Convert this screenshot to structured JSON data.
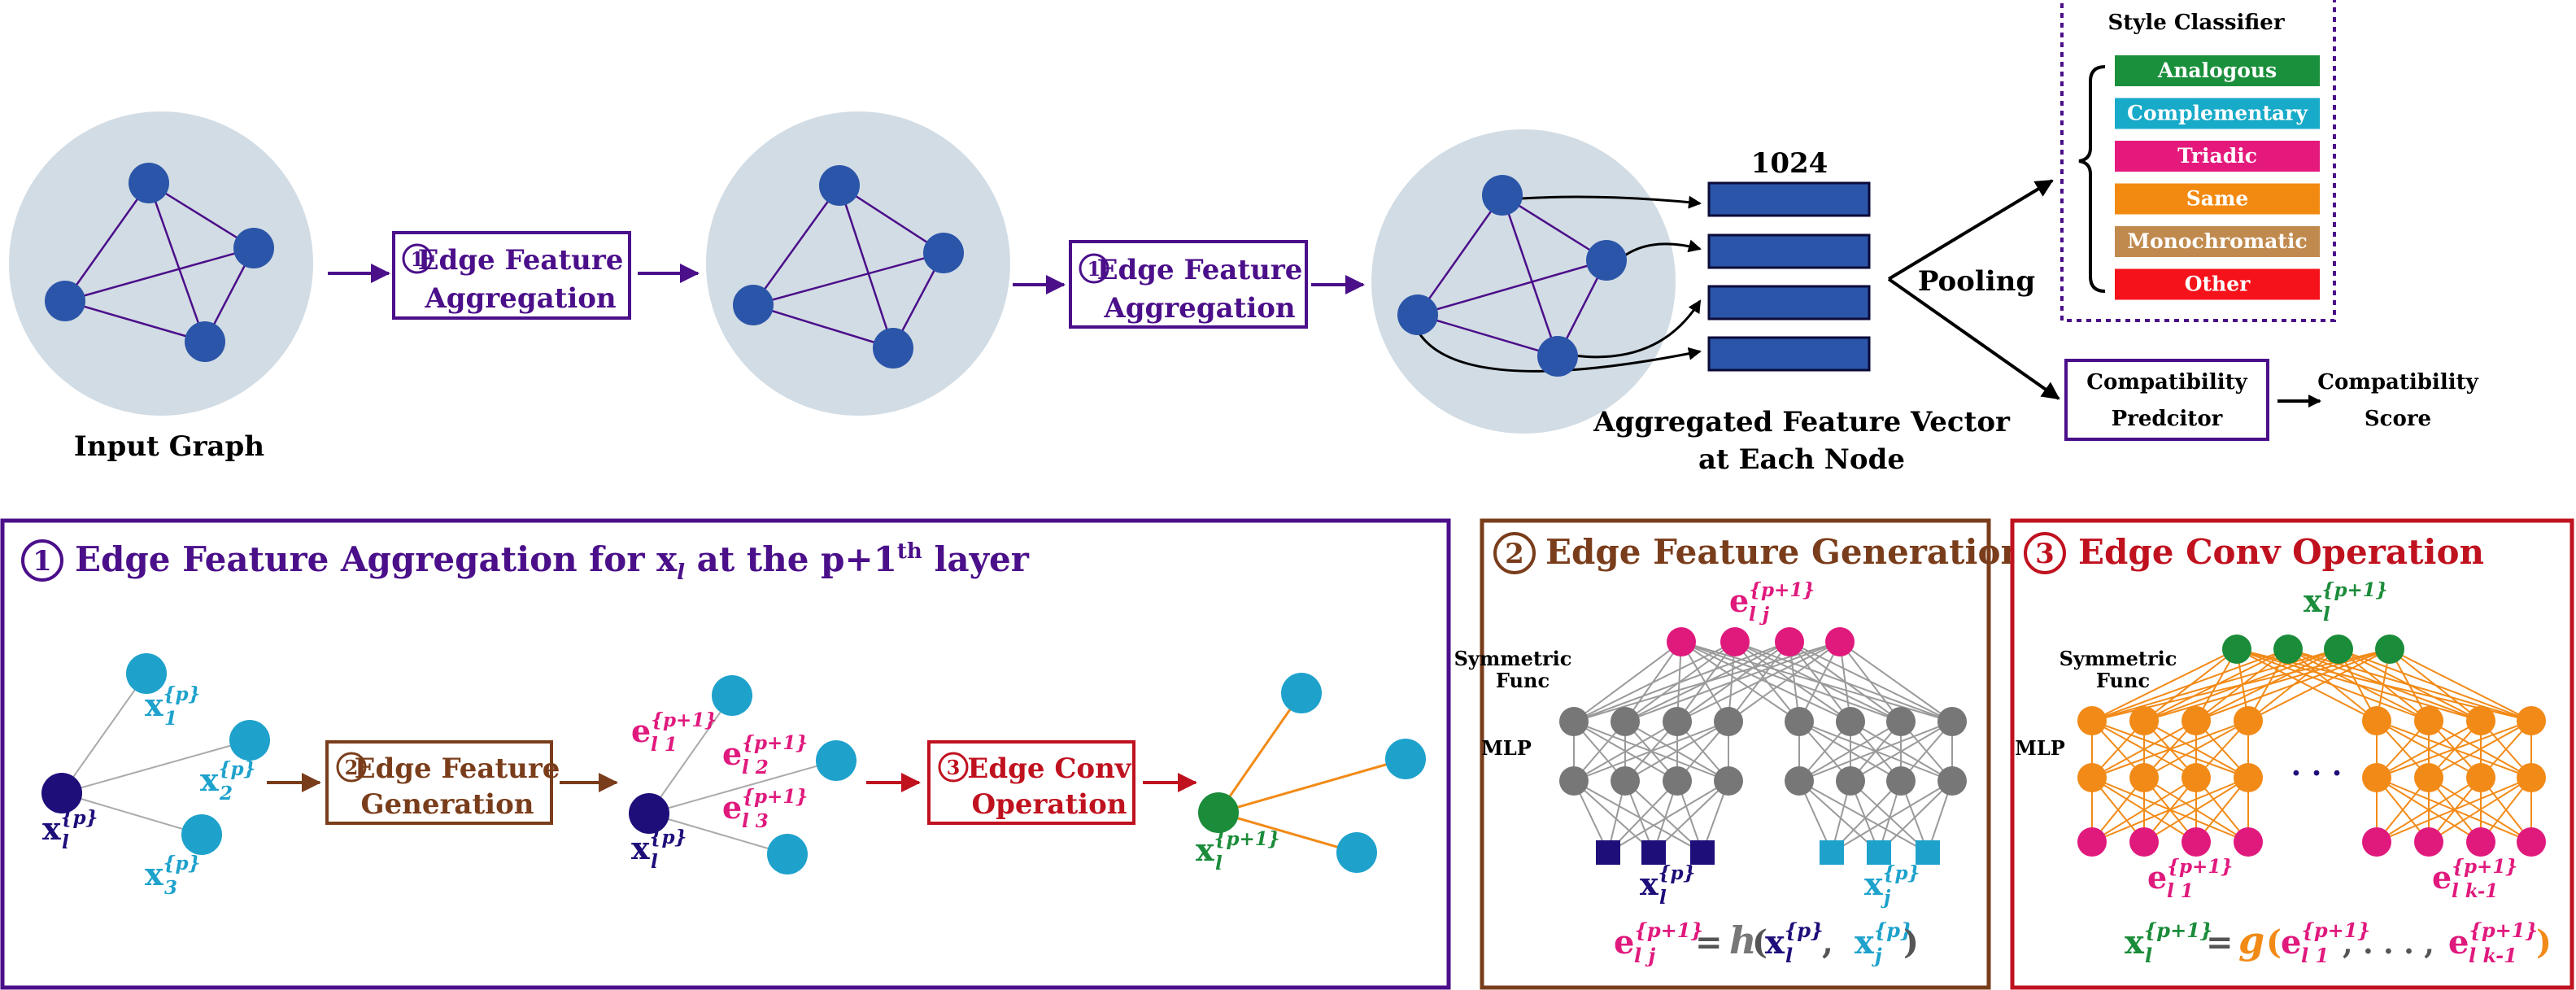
{
  "colors": {
    "purple": "#4b0f8a",
    "brown": "#7a3d1b",
    "red": "#c0111f",
    "node_blue": "#2b55a8",
    "circle_bg": "#d2dce4",
    "navy": "#1d0e7a",
    "cyan": "#1ea2cc",
    "green": "#1b8c3a",
    "magenta": "#e0197d",
    "gray": "#777777",
    "orange": "#f28a17"
  },
  "top": {
    "input_graph_label": "Input Graph",
    "step1_num": "1",
    "step1_line1": "Edge Feature",
    "step1_line2": "Aggregation",
    "step2_num": "1",
    "step2_line1": "Edge Feature",
    "step2_line2": "Aggregation",
    "vector_size": "1024",
    "agg_line1": "Aggregated Feature Vector",
    "agg_line2": "at Each Node",
    "pooling": "Pooling",
    "style_classifier_title": "Style Classifier",
    "style_classes": [
      {
        "label": "Analogous",
        "color": "#1a8f3c"
      },
      {
        "label": "Complementary",
        "color": "#18aac9"
      },
      {
        "label": "Triadic",
        "color": "#e5197c"
      },
      {
        "label": "Same",
        "color": "#f28a12"
      },
      {
        "label": "Monochromatic",
        "color": "#c08a4e"
      },
      {
        "label": "Other",
        "color": "#f5121a"
      }
    ],
    "compat_predictor_line1": "Compatibility",
    "compat_predictor_line2": "Predcitor",
    "compat_score_line1": "Compatibility",
    "compat_score_line2": "Score"
  },
  "panel1": {
    "num": "1",
    "title_pre": "Edge Feature Aggregation for x",
    "title_sub": "l",
    "title_mid": " at the p+1",
    "title_sup": "th",
    "title_post": " layer",
    "x_l_p": {
      "base": "x",
      "sub": "l",
      "sup": "{p}"
    },
    "x_1_p": {
      "base": "x",
      "sub": "1",
      "sup": "{p}"
    },
    "x_2_p": {
      "base": "x",
      "sub": "2",
      "sup": "{p}"
    },
    "x_3_p": {
      "base": "x",
      "sub": "3",
      "sup": "{p}"
    },
    "gen_num": "2",
    "gen_line1": "Edge Feature",
    "gen_line2": "Generation",
    "e_l1": {
      "base": "e",
      "sub": "l 1",
      "sup": "{p+1}"
    },
    "e_l2": {
      "base": "e",
      "sub": "l 2",
      "sup": "{p+1}"
    },
    "e_l3": {
      "base": "e",
      "sub": "l 3",
      "sup": "{p+1}"
    },
    "x_l_p2": {
      "base": "x",
      "sub": "l",
      "sup": "{p}"
    },
    "conv_num": "3",
    "conv_line1": "Edge Conv",
    "conv_line2": "Operation",
    "x_l_p1": {
      "base": "x",
      "sub": "l",
      "sup": "{p+1}"
    }
  },
  "panel2": {
    "num": "2",
    "title": "Edge Feature Generation",
    "e_lj_top": {
      "base": "e",
      "sub": "l j",
      "sup": "{p+1}"
    },
    "symmetric_line1": "Symmetric",
    "symmetric_line2": "Func",
    "mlp": "MLP",
    "x_l": {
      "base": "x",
      "sub": "l",
      "sup": "{p}"
    },
    "x_j": {
      "base": "x",
      "sub": "j",
      "sup": "{p}"
    },
    "eq_lhs": {
      "base": "e",
      "sub": "l j",
      "sup": "{p+1}"
    },
    "eq_equals": "=",
    "eq_func": "h",
    "eq_open": "(",
    "eq_arg1": {
      "base": "x",
      "sub": "l",
      "sup": "{p}"
    },
    "eq_comma": " ,",
    "eq_arg2": {
      "base": "x",
      "sub": "j",
      "sup": "{p}"
    },
    "eq_close": ")"
  },
  "panel3": {
    "num": "3",
    "title": "Edge Conv Operation",
    "x_l_top": {
      "base": "x",
      "sub": "l",
      "sup": "{p+1}"
    },
    "symmetric_line1": "Symmetric",
    "symmetric_line2": "Func",
    "mlp": "MLP",
    "dots": "· · ·",
    "e_l1": {
      "base": "e",
      "sub": "l 1",
      "sup": "{p+1}"
    },
    "e_lk": {
      "base": "e",
      "sub": "l k-1",
      "sup": "{p+1}"
    },
    "eq_lhs": {
      "base": "x",
      "sub": "l",
      "sup": "{p+1}"
    },
    "eq_equals": "=",
    "eq_func": "g",
    "eq_open": "(",
    "eq_arg1": {
      "base": "e",
      "sub": "l 1",
      "sup": "{p+1}"
    },
    "eq_ellipsis": ", . . . ,",
    "eq_arg2": {
      "base": "e",
      "sub": "l k-1",
      "sup": "{p+1}"
    },
    "eq_close": ")"
  }
}
